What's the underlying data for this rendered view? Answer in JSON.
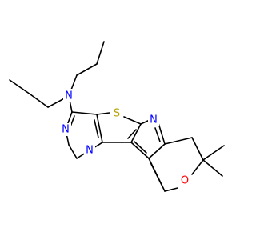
{
  "molecule": {
    "atoms": [
      {
        "id": "n_amine",
        "label": "N",
        "color": "#0000ff"
      },
      {
        "id": "n_pyrimidine_top",
        "label": "N",
        "color": "#0000ff"
      },
      {
        "id": "n_pyrimidine_bottom",
        "label": "N",
        "color": "#0000ff"
      },
      {
        "id": "n_pyridine",
        "label": "N",
        "color": "#0000ff"
      },
      {
        "id": "s_thiophene",
        "label": "S",
        "color": "#b8a000"
      },
      {
        "id": "o_pyran",
        "label": "O",
        "color": "#ff0000"
      }
    ],
    "bond_color": "#000000"
  }
}
